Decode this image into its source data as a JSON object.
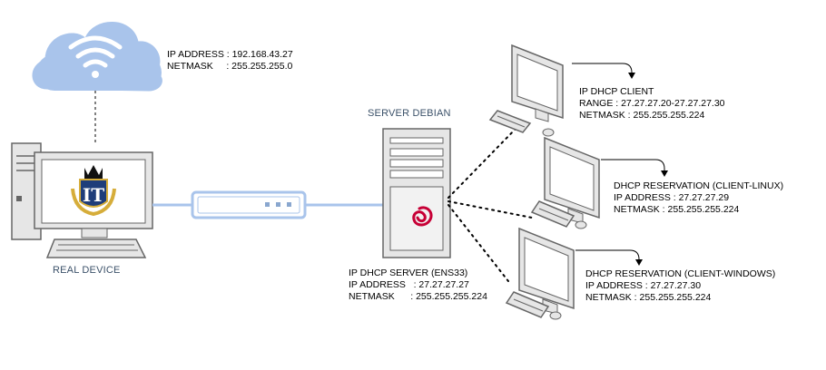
{
  "colors": {
    "cloud": "#a9c4eb",
    "wifi": "#ffffff",
    "device_fill": "#e6e6e6",
    "device_stroke": "#666666",
    "screen_fill": "#ffffff",
    "server_bg": "#f2f2f2",
    "debian_swirl": "#c70036",
    "link_line": "#a9c4eb",
    "caption": "#3b5169",
    "logo_blue": "#1f3d7a",
    "logo_gold": "#d6ad3a"
  },
  "internet": {
    "icon": "cloud-wifi-icon",
    "ip_label": "IP ADDRESS : 192.168.43.27",
    "netmask_label": "NETMASK     : 255.255.255.0"
  },
  "real_device": {
    "caption": "REAL DEVICE",
    "logo_text": "IT"
  },
  "switch": {
    "icon": "network-switch-icon"
  },
  "server": {
    "caption": "SERVER DEBIAN",
    "line1": "IP DHCP SERVER (ENS33)",
    "line2": "IP ADDRESS   : 27.27.27.27",
    "line3": "NETMASK      : 255.255.255.224"
  },
  "client_dhcp": {
    "line1": "IP DHCP CLIENT",
    "line2": "RANGE : 27.27.27.20-27.27.27.30",
    "line3": "NETMASK : 255.255.255.224"
  },
  "client_linux": {
    "line1": "DHCP RESERVATION (CLIENT-LINUX)",
    "line2": "IP ADDRESS : 27.27.27.29",
    "line3": "NETMASK : 255.255.255.224"
  },
  "client_windows": {
    "line1": "DHCP RESERVATION (CLIENT-WINDOWS)",
    "line2": "IP ADDRESS : 27.27.27.30",
    "line3": "NETMASK : 255.255.255.224"
  }
}
